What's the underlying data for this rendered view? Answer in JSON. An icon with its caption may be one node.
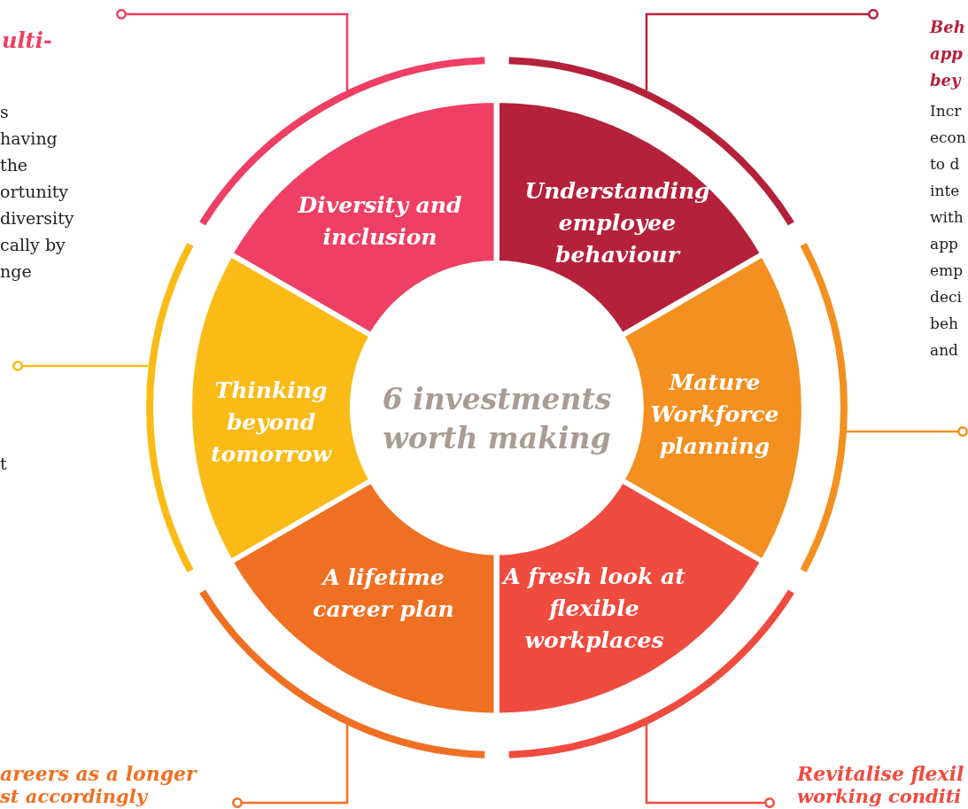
{
  "diagram": {
    "nodes": [
      {
        "text": [
          "6 investments worth making"
        ]
      },
      {
        "text": [
          "Diversity and inclusion"
        ]
      },
      {
        "text": [
          "Understanding employee behaviour"
        ]
      },
      {
        "text": [
          "Mature Workforce planning"
        ]
      },
      {
        "text": [
          "A fresh look at flexible workplaces"
        ]
      },
      {
        "text": [
          "A lifetime career plan"
        ]
      },
      {
        "text": [
          "Thinking beyond tomorrow"
        ]
      },
      {
        "text": [],
        "shape": "circle"
      },
      {
        "text": [],
        "shape": "circle"
      },
      {
        "text": [],
        "shape": "circle"
      },
      {
        "text": [],
        "shape": "circle"
      },
      {
        "text": [],
        "shape": "circle"
      },
      {
        "text": [],
        "shape": "circle"
      }
    ],
    "edges": [
      {
        "from": 1,
        "to": 7,
        "arrow": "none",
        "color": "#ef3f64"
      },
      {
        "from": 2,
        "to": 8,
        "arrow": "none",
        "color": "#b5213a"
      },
      {
        "from": 6,
        "to": 9,
        "arrow": "none",
        "color": "#fbbb16"
      },
      {
        "from": 3,
        "to": 10,
        "arrow": "none",
        "color": "#f39020"
      },
      {
        "from": 5,
        "to": 11,
        "arrow": "none",
        "color": "#f07023"
      },
      {
        "from": 4,
        "to": 12,
        "arrow": "none",
        "color": "#ef4b3f"
      }
    ],
    "labels": [
      "ulti-",
      "Beh",
      "app",
      "bey",
      "s",
      "having",
      "the",
      "ortunity",
      "diversity",
      "cally by",
      "nge",
      "Incr",
      "econ",
      "to d",
      "inte",
      "with",
      "app",
      "emp",
      "deci",
      "beh",
      "and",
      "t",
      "areers as a longer",
      "Revitalise flexil",
      "st accordingly",
      "working conditi"
    ]
  }
}
